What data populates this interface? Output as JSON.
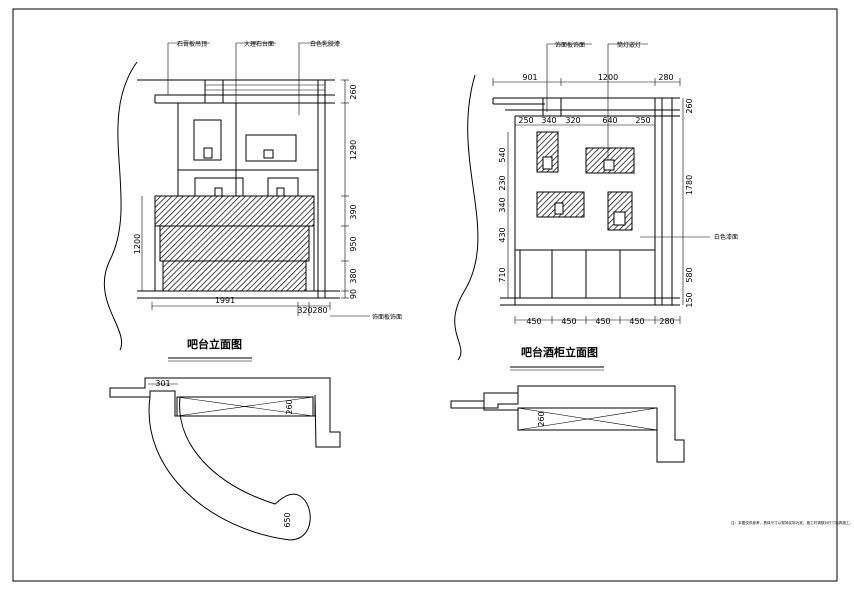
{
  "bar_elevation": {
    "title": "吧台立面图",
    "labels": {
      "stone_column": "石膏板吊顶",
      "marble_top": "大理石台面",
      "white_paint": "白色乳胶漆",
      "wall_finish": "饰面板饰面"
    },
    "dims_right": [
      "260",
      "1290",
      "390",
      "950",
      "380",
      "90"
    ],
    "dim_left": "1200",
    "dim_bottom": [
      "1991",
      "320",
      "280"
    ]
  },
  "cabinet_elevation": {
    "title": "吧台酒柜立面图",
    "labels": {
      "decor_panel": "饰面板饰面",
      "spot_light": "筒灯嵌灯",
      "white_paint": "白色漆面"
    },
    "dims_top": [
      "901",
      "1200",
      "280"
    ],
    "dims_top_inner": [
      "250",
      "340",
      "320",
      "640",
      "250"
    ],
    "dims_left": [
      "540",
      "230",
      "340",
      "430",
      "710"
    ],
    "dims_right": [
      "260",
      "1780",
      "580",
      "150"
    ],
    "dims_bottom": [
      "450",
      "450",
      "450",
      "450",
      "280"
    ]
  },
  "bar_plan": {
    "dim_top": "301",
    "dim_depth": "260",
    "dim_curve": "650"
  },
  "cabinet_plan": {
    "dim_depth": "260"
  },
  "footnote": "注：本图仅供参考，具体尺寸以现场实际为准，施工时请核对尺寸后再施工。"
}
